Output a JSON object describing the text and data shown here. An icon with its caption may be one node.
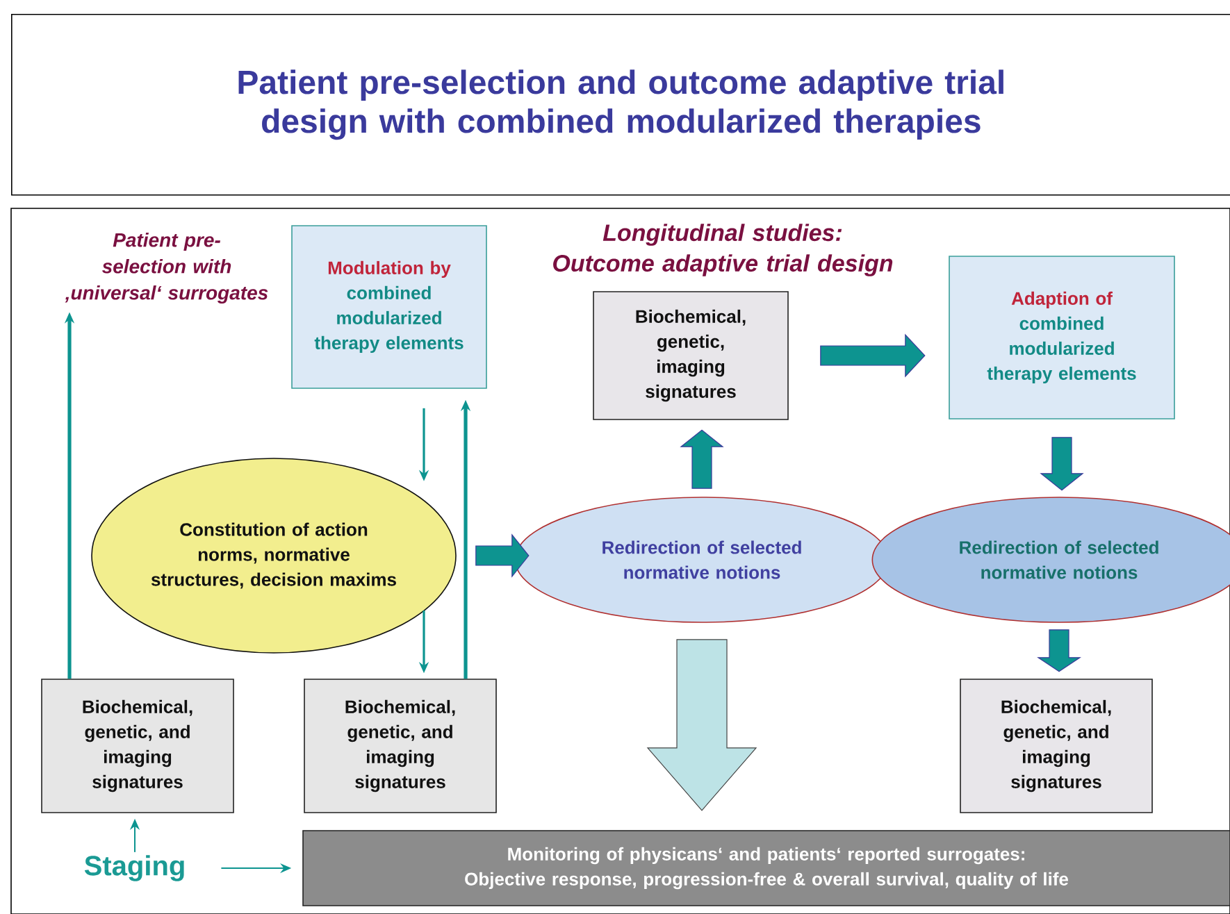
{
  "diagram": {
    "title": "Patient pre-selection and outcome adaptive trial design with combined modularized therapies",
    "nodes": [
      {
        "text": [
          "Patient pre-selection with ‚universal‘ surrogates"
        ]
      },
      {
        "text": [
          "Modulation by",
          "combined modularized therapy elements"
        ]
      },
      {
        "text": [
          "Biochemical, genetic, imaging signatures"
        ]
      },
      {
        "text": [
          "Adaption of",
          "combined modularized therapy elements"
        ]
      },
      {
        "text": [
          "Constitution of action norms, normative structures, decision maxims"
        ]
      },
      {
        "text": [
          "Redirection of selected normative notions"
        ]
      },
      {
        "text": [
          "Redirection of selected normative notions"
        ]
      },
      {
        "text": [
          "Biochemical, genetic, and imaging signatures"
        ]
      },
      {
        "text": [
          "Biochemical, genetic, and imaging signatures"
        ]
      },
      {
        "text": [
          "Biochemical, genetic, and imaging signatures"
        ]
      },
      {
        "text": [
          "Staging"
        ]
      },
      {
        "text": [
          "Monitoring of physicans‘ and patients‘ reported surrogates: Objective response, progression-free & overall survival, quality of life"
        ]
      }
    ],
    "edges": [
      {
        "from": 7,
        "to": 0,
        "arrow": "to"
      },
      {
        "from": 1,
        "to": 4,
        "arrow": "to"
      },
      {
        "from": 4,
        "to": 8,
        "arrow": "to"
      },
      {
        "from": 8,
        "to": 1,
        "arrow": "to"
      },
      {
        "from": 4,
        "to": 5,
        "arrow": "to",
        "style": "thick"
      },
      {
        "from": 5,
        "to": 2,
        "arrow": "to",
        "style": "thick"
      },
      {
        "from": 2,
        "to": 3,
        "arrow": "to",
        "style": "thick"
      },
      {
        "from": 3,
        "to": 6,
        "arrow": "to",
        "style": "thick"
      },
      {
        "from": 6,
        "to": 9,
        "arrow": "to",
        "style": "thick"
      },
      {
        "from": 5,
        "to": 11,
        "arrow": "to",
        "style": "thick",
        "color": "#bde3e6"
      },
      {
        "from": 10,
        "to": 7,
        "arrow": "to"
      },
      {
        "from": 10,
        "to": 11,
        "arrow": "to"
      }
    ],
    "labels": [
      "Longitudinal studies: Outcome adaptive trial design"
    ]
  }
}
